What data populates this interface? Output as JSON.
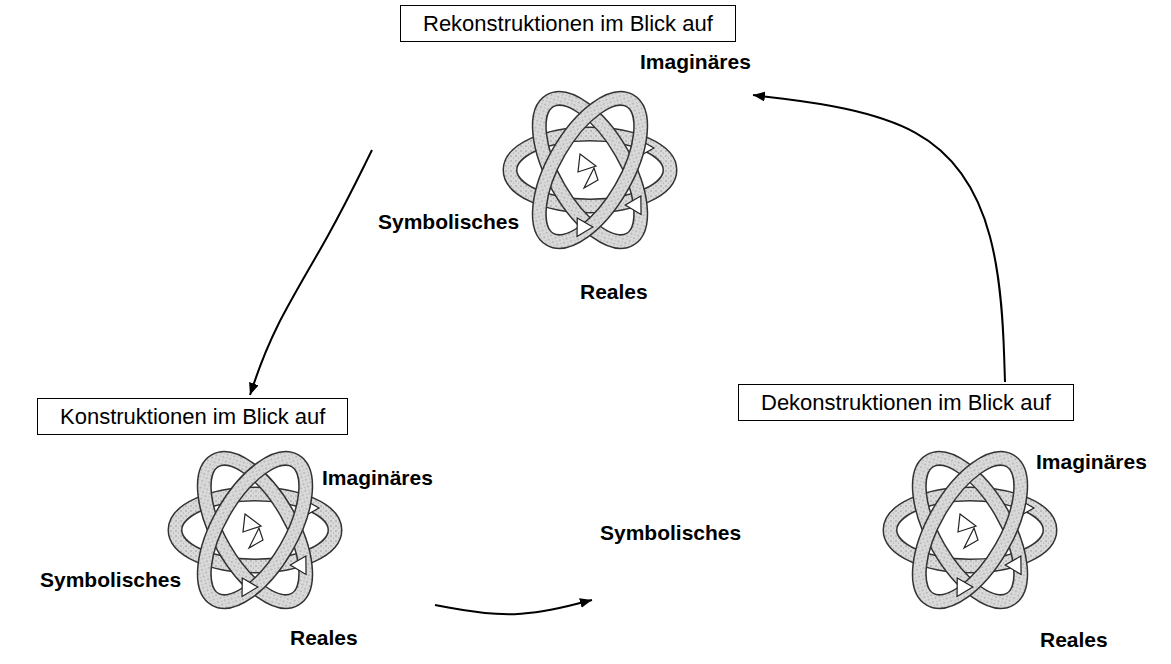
{
  "diagram": {
    "nodes": [
      {
        "text": [
          "Rekonstruktionen im Blick auf",
          "Imaginäres",
          "Symbolisches",
          "Reales"
        ]
      },
      {
        "text": [
          "Konstruktionen im Blick auf",
          "Imaginäres",
          "Symbolisches",
          "Reales"
        ]
      },
      {
        "text": [
          "Dekonstruktionen im Blick auf",
          "Imaginäres",
          "Symbolisches",
          "Reales"
        ]
      }
    ],
    "edges": [
      {
        "from": 0,
        "to": 1,
        "arrow": "to"
      },
      {
        "from": 1,
        "to": 2,
        "arrow": "to"
      },
      {
        "from": 2,
        "to": 0,
        "arrow": "to"
      }
    ]
  }
}
